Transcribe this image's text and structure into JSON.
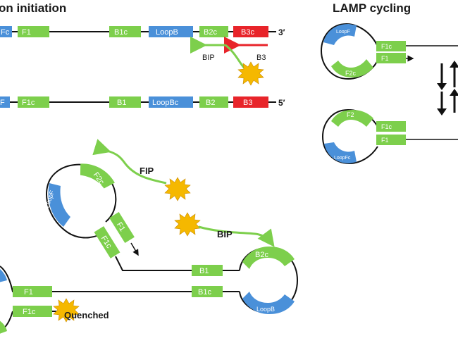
{
  "headings": {
    "left": "on  initiation",
    "right": "LAMP cycling"
  },
  "top_strand": {
    "segments": [
      "Fc",
      "F1",
      "B1c",
      "LoopB",
      "B2c",
      "B3c"
    ],
    "end_label": "3′"
  },
  "bottom_strand": {
    "segments": [
      "F",
      "F1c",
      "B1",
      "LoopBc",
      "B2",
      "B3"
    ],
    "end_label": "5′"
  },
  "primers": {
    "bip": "BIP",
    "b3": "B3",
    "fip": "FIP",
    "bip_mid": "BIP"
  },
  "lamp_cycling": {
    "upper": {
      "loop": "LoopF",
      "loop_arm": "F2c",
      "stem_top": "F1c",
      "stem_bottom": "F1"
    },
    "lower": {
      "loop_arm": "F2",
      "loop": "LoopFc",
      "stem_top": "F1c",
      "stem_bottom": "F1"
    }
  },
  "structure": {
    "f2c": "F2c",
    "loopf": "LoopF",
    "f1": "F1",
    "f1c": "F1c",
    "b1": "B1",
    "b1c": "B1c",
    "b2c": "B2c",
    "loopb": "LoopB",
    "left_f1": "F1",
    "left_f1c": "F1c",
    "quenched": "Quenched"
  },
  "colors": {
    "segment_green": "#7dcf4c",
    "segment_blue": "#4a90d9",
    "segment_red": "#e8242a",
    "fluorophore": "#f5b800"
  }
}
